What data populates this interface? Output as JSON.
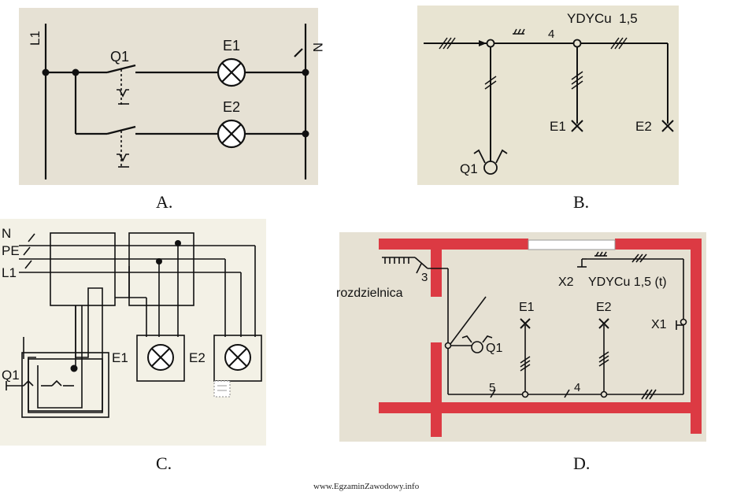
{
  "diagrams": {
    "A": {
      "caption": "A.",
      "labels": {
        "l1": "L1",
        "n": "N",
        "q1": "Q1",
        "e1": "E1",
        "e2": "E2"
      }
    },
    "B": {
      "caption": "B.",
      "labels": {
        "cable": "YDYCu  1,5",
        "four": "4",
        "e1": "E1",
        "e2": "E2",
        "q1": "Q1"
      }
    },
    "C": {
      "caption": "C.",
      "labels": {
        "n": "N",
        "pe": "PE",
        "l1": "L1",
        "e1": "E1",
        "e2": "E2",
        "q1": "Q1"
      }
    },
    "D": {
      "caption": "D.",
      "labels": {
        "distribution": "rozdzielnica",
        "three": "3",
        "x2": "X2",
        "cable": "YDYCu 1,5 (t)",
        "e1": "E1",
        "e2": "E2",
        "x1": "X1",
        "q1": "Q1",
        "five": "5",
        "four": "4"
      }
    }
  },
  "footer": {
    "site": "www.EgzaminZawodowy.info"
  },
  "colors": {
    "wall": "#dc3a43",
    "line": "#111111"
  }
}
